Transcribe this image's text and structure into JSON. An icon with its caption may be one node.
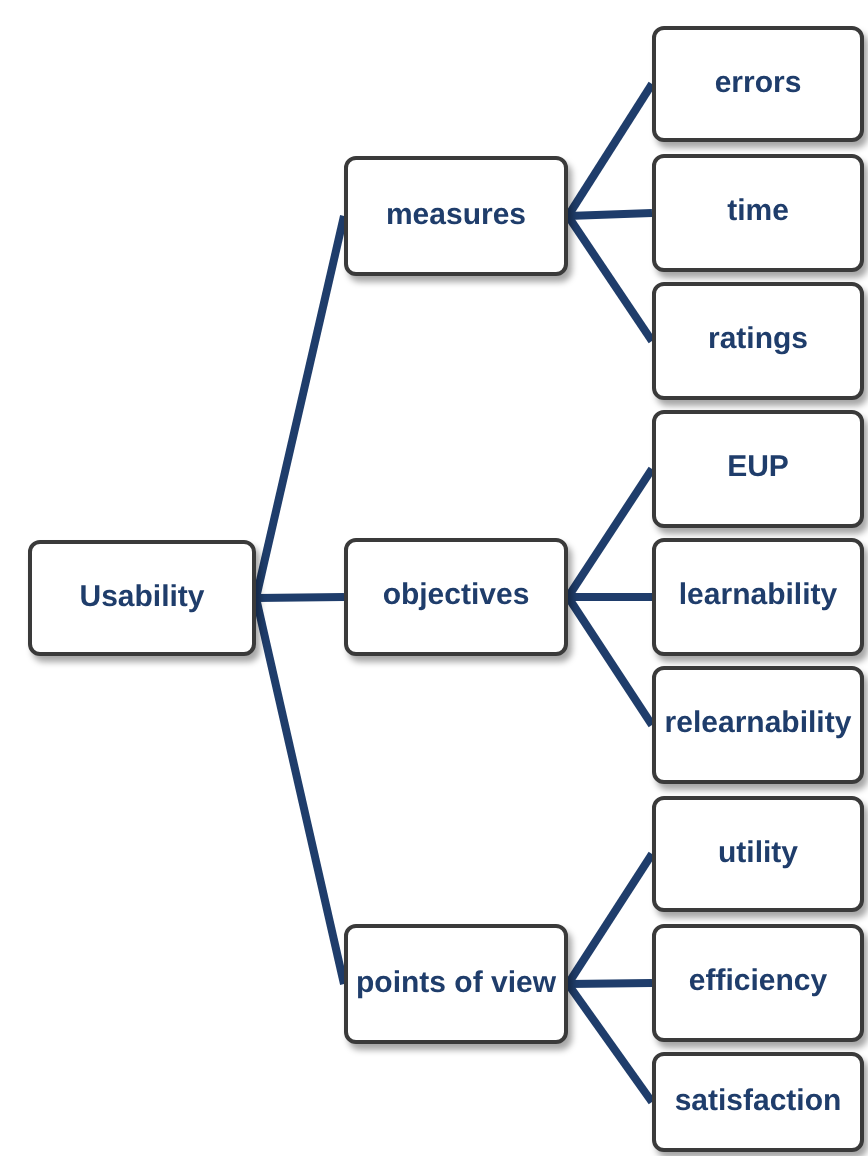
{
  "diagram": {
    "nodes": [
      {
        "text": [
          "Usability"
        ]
      },
      {
        "text": [
          "measures"
        ]
      },
      {
        "text": [
          "objectives"
        ]
      },
      {
        "text": [
          "points of view"
        ]
      },
      {
        "text": [
          "errors"
        ]
      },
      {
        "text": [
          "time"
        ]
      },
      {
        "text": [
          "ratings"
        ]
      },
      {
        "text": [
          "EUP"
        ]
      },
      {
        "text": [
          "learnability"
        ]
      },
      {
        "text": [
          "relearnability"
        ]
      },
      {
        "text": [
          "utility"
        ]
      },
      {
        "text": [
          "efficiency"
        ]
      },
      {
        "text": [
          "satisfaction"
        ]
      }
    ],
    "edges": [
      {
        "from": 0,
        "to": 1,
        "arrow": "none"
      },
      {
        "from": 0,
        "to": 2,
        "arrow": "none"
      },
      {
        "from": 0,
        "to": 3,
        "arrow": "none"
      },
      {
        "from": 1,
        "to": 4,
        "arrow": "none"
      },
      {
        "from": 1,
        "to": 5,
        "arrow": "none"
      },
      {
        "from": 1,
        "to": 6,
        "arrow": "none"
      },
      {
        "from": 2,
        "to": 7,
        "arrow": "none"
      },
      {
        "from": 2,
        "to": 8,
        "arrow": "none"
      },
      {
        "from": 2,
        "to": 9,
        "arrow": "none"
      },
      {
        "from": 3,
        "to": 10,
        "arrow": "none"
      },
      {
        "from": 3,
        "to": 11,
        "arrow": "none"
      },
      {
        "from": 3,
        "to": 12,
        "arrow": "none"
      }
    ]
  }
}
